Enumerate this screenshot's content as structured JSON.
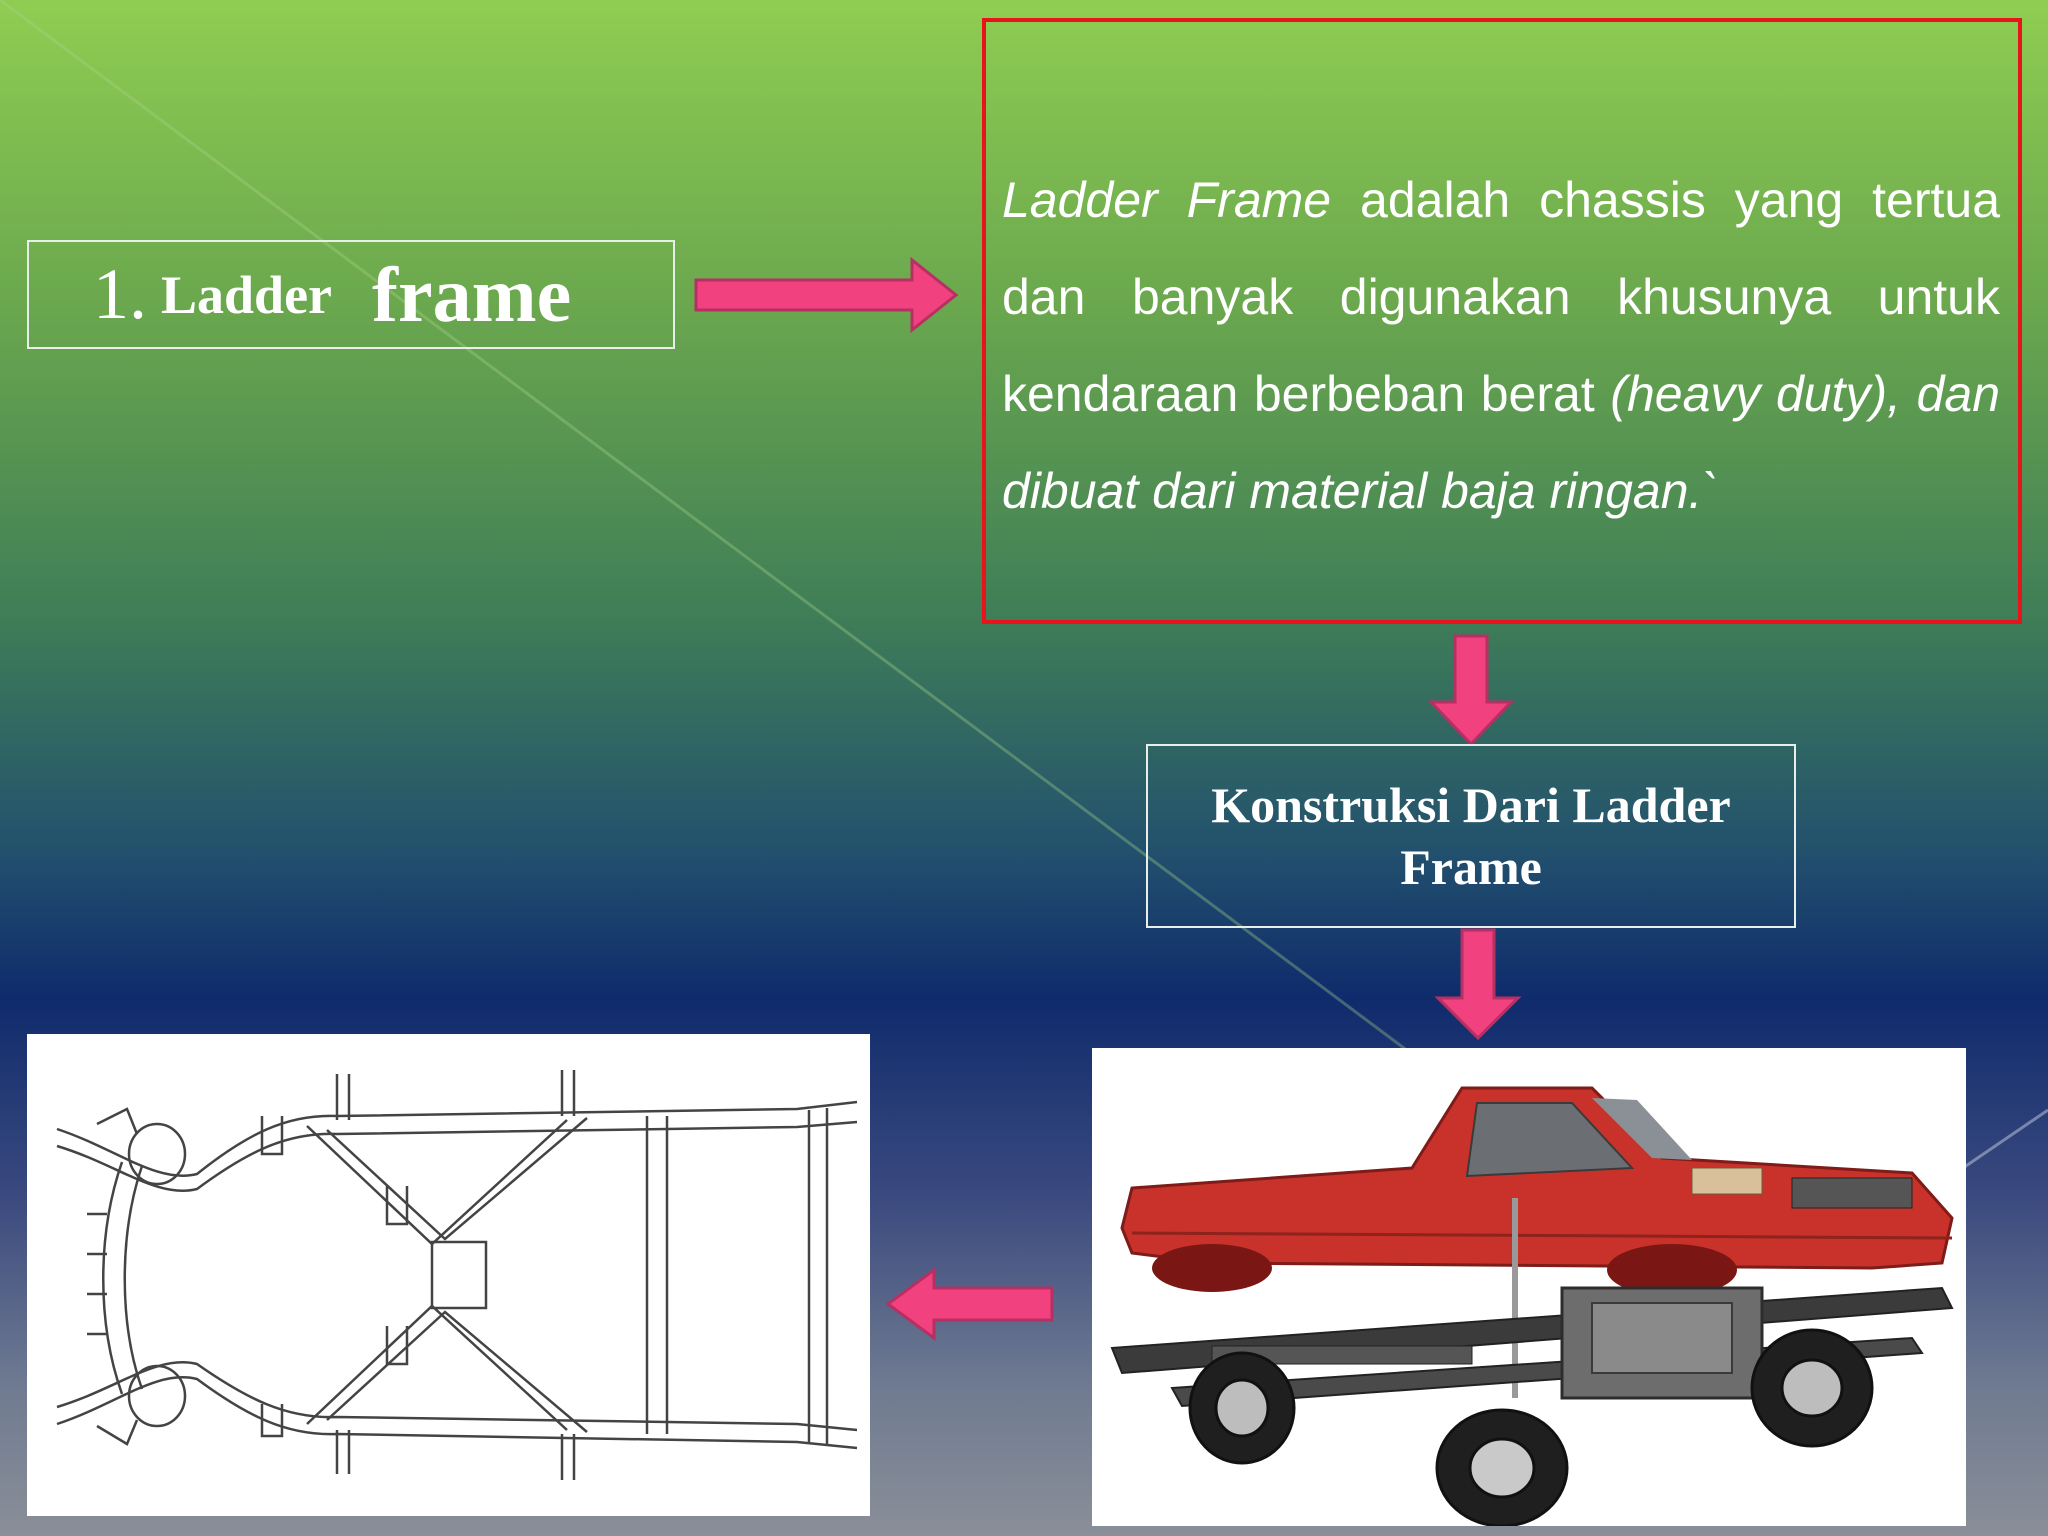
{
  "slide": {
    "title": {
      "number": "1.",
      "word1": "Ladder",
      "word2": "frame"
    },
    "description": {
      "italic_lead": "Ladder Frame",
      "text_main": " adalah chassis yang tertua dan banyak digunakan khusunya untuk kendaraan berbeban berat ",
      "italic_paren": "(heavy duty),",
      "italic_tail": " dan dibuat dari material baja ringan.`"
    },
    "construction_label": "Konstruksi  Dari Ladder Frame"
  },
  "colors": {
    "arrow_pink": "#f2417f",
    "desc_border": "#e8141c",
    "car_red": "#c8322a"
  },
  "icons": {
    "arrow_right": "arrow-right-icon",
    "arrow_down_1": "arrow-down-icon",
    "arrow_down_2": "arrow-down-icon",
    "arrow_left": "arrow-left-icon"
  }
}
